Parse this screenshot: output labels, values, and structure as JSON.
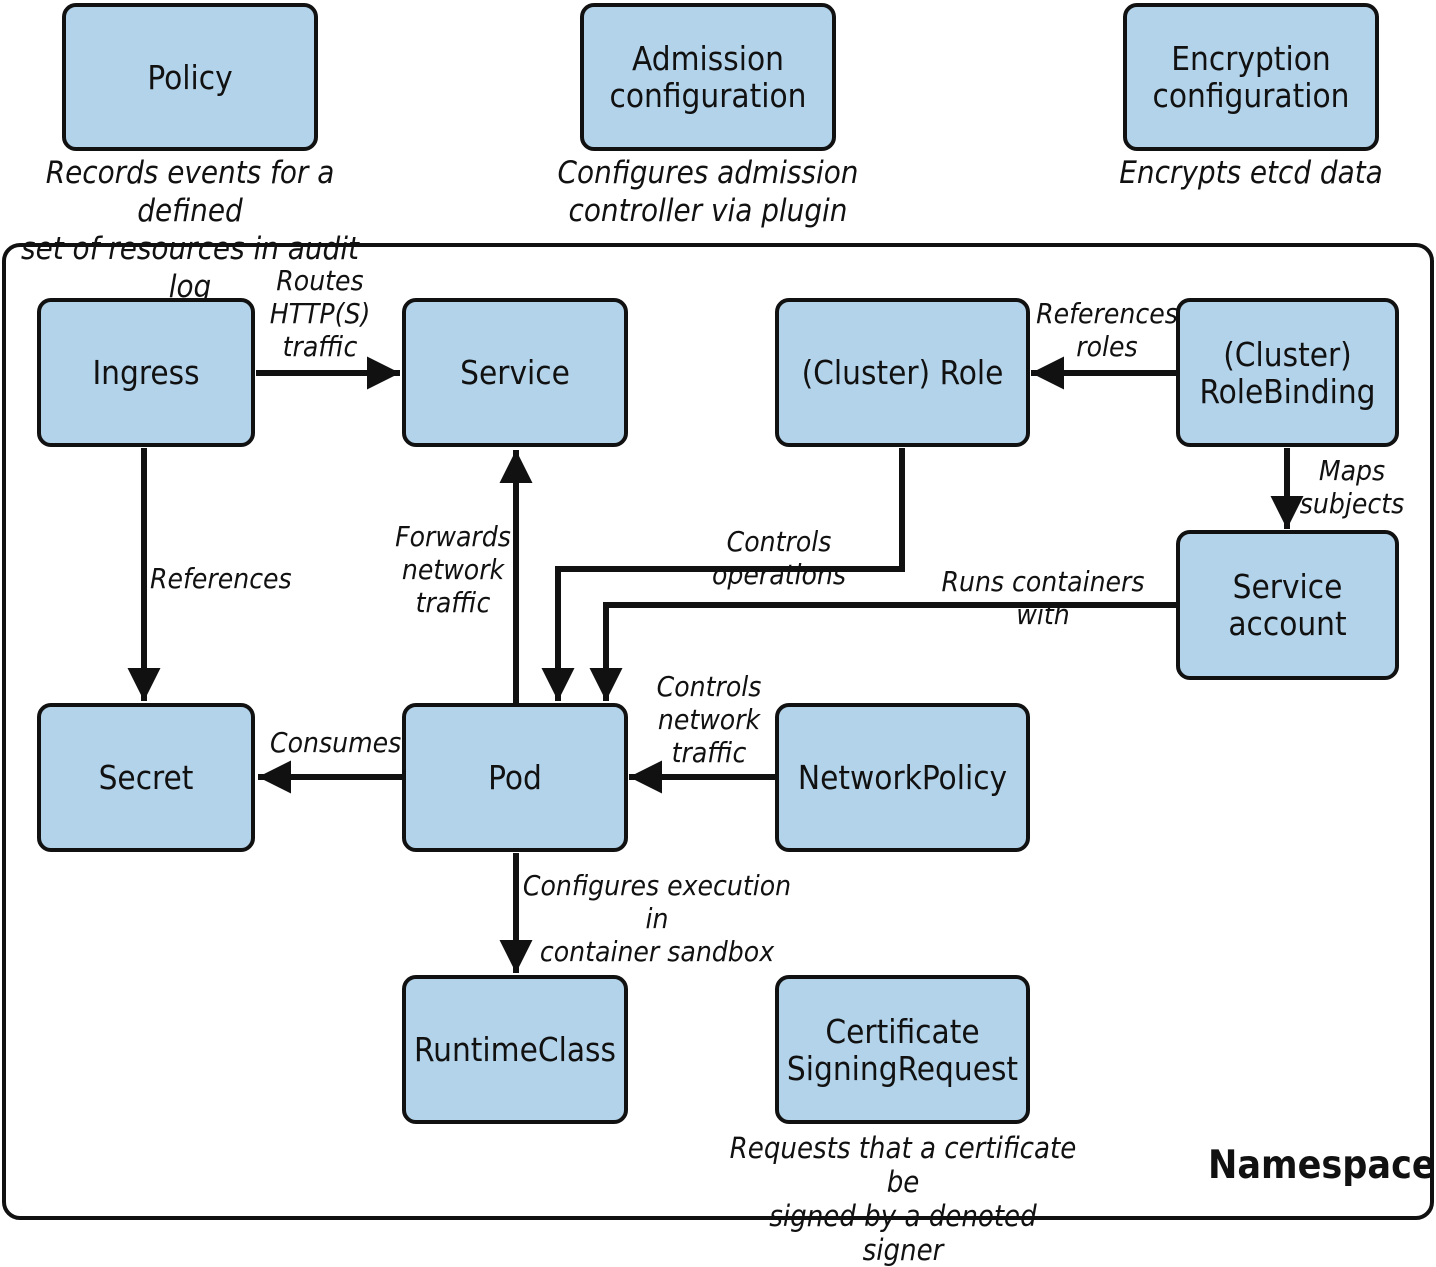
{
  "top": {
    "policy": {
      "title": "Policy",
      "caption": "Records events for a defined\nset of resources in audit log"
    },
    "admission": {
      "title": "Admission\nconfiguration",
      "caption": "Configures admission\ncontroller via plugin"
    },
    "encryption": {
      "title": "Encryption\nconfiguration",
      "caption": "Encrypts etcd data"
    }
  },
  "namespace": {
    "label": "Namespace",
    "nodes": {
      "ingress": "Ingress",
      "service": "Service",
      "cluster_role": "(Cluster) Role",
      "role_binding": "(Cluster)\nRoleBinding",
      "service_account": "Service\naccount",
      "secret": "Secret",
      "pod": "Pod",
      "network_policy": "NetworkPolicy",
      "runtime_class": "RuntimeClass",
      "csr": "Certificate\nSigningRequest"
    },
    "edges": {
      "routes_traffic": "Routes\nHTTP(S)\ntraffic",
      "references_roles": "References\nroles",
      "maps_subjects": "Maps\nsubjects",
      "references": "References",
      "forwards_traffic": "Forwards\nnetwork\ntraffic",
      "controls_operations": "Controls operations",
      "runs_containers_with": "Runs containers with",
      "consumes": "Consumes",
      "controls_network_traffic": "Controls\nnetwork\ntraffic",
      "configures_execution": "Configures execution in\ncontainer sandbox"
    },
    "csr_caption": "Requests that a certificate be\nsigned by a denoted signer"
  },
  "colors": {
    "box_fill": "#b3d3ea",
    "stroke": "#111111"
  }
}
